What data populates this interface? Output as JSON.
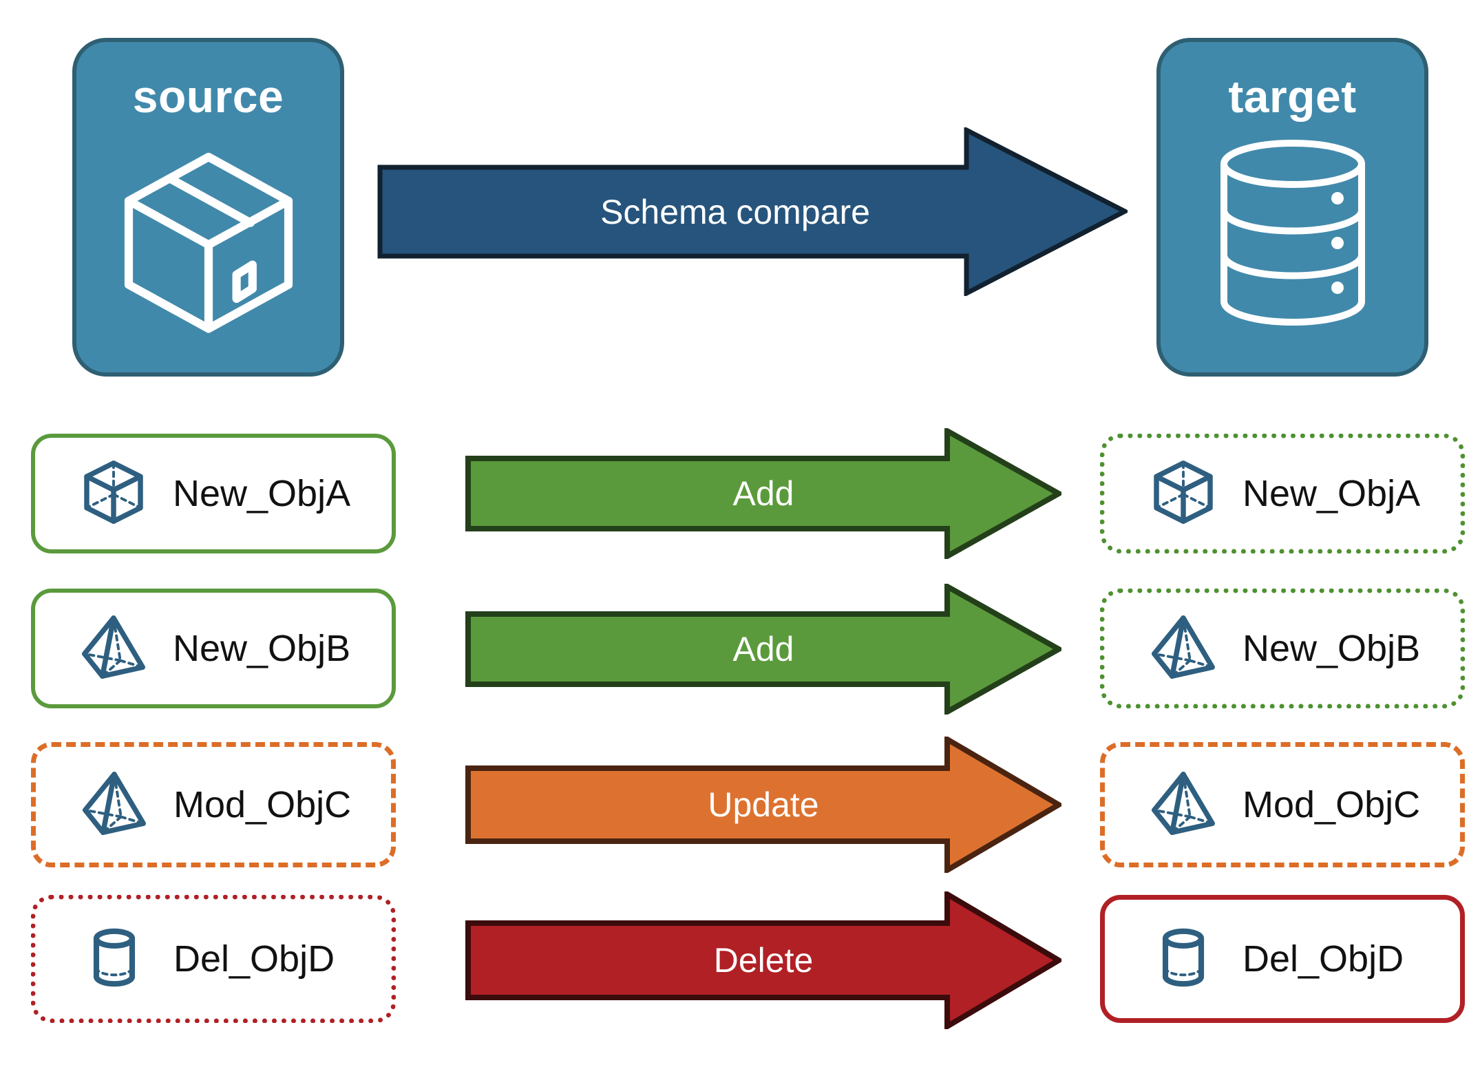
{
  "diagram": {
    "title": "Schema compare",
    "background": "#ffffff"
  },
  "endpoints": {
    "source": {
      "label": "source",
      "icon": "package-box-icon",
      "fill": "#4189AB",
      "stroke": "#2E5F72"
    },
    "target": {
      "label": "target",
      "icon": "database-cylinder-icon",
      "fill": "#4189AB",
      "stroke": "#2E5F72"
    }
  },
  "main_arrow": {
    "label": "Schema compare",
    "fill": "#27547C",
    "stroke": "#11212F",
    "text_color": "#ffffff"
  },
  "rows": [
    {
      "action": "Add",
      "arrow_fill": "#5B9A3C",
      "arrow_stroke": "#23401A",
      "source": {
        "label": "New_ObjA",
        "icon": "wireframe-cube-icon",
        "border_color": "#5B9A3C",
        "border_style": "solid"
      },
      "target": {
        "label": "New_ObjA",
        "icon": "wireframe-cube-icon",
        "border_color": "#4E9130",
        "border_style": "dotted"
      }
    },
    {
      "action": "Add",
      "arrow_fill": "#5B9A3C",
      "arrow_stroke": "#23401A",
      "source": {
        "label": "New_ObjB",
        "icon": "wireframe-pyramid-icon",
        "border_color": "#5B9A3C",
        "border_style": "solid"
      },
      "target": {
        "label": "New_ObjB",
        "icon": "wireframe-pyramid-icon",
        "border_color": "#4E9130",
        "border_style": "dotted"
      }
    },
    {
      "action": "Update",
      "arrow_fill": "#DD7230",
      "arrow_stroke": "#4A2410",
      "source": {
        "label": "Mod_ObjC",
        "icon": "wireframe-pyramid-icon",
        "border_color": "#DC6D27",
        "border_style": "dashed"
      },
      "target": {
        "label": "Mod_ObjC",
        "icon": "wireframe-pyramid-icon",
        "border_color": "#DC6D27",
        "border_style": "dashed"
      }
    },
    {
      "action": "Delete",
      "arrow_fill": "#B02025",
      "arrow_stroke": "#3C0B0C",
      "source": {
        "label": "Del_ObjD",
        "icon": "wireframe-cylinder-icon",
        "border_color": "#B02025",
        "border_style": "dotted"
      },
      "target": {
        "label": "Del_ObjD",
        "icon": "wireframe-cylinder-icon",
        "border_color": "#B02025",
        "border_style": "solid"
      }
    }
  ],
  "palette": {
    "teal": "#4189AB",
    "teal_dark": "#2E5F72",
    "navy": "#27547C",
    "green": "#5B9A3C",
    "orange": "#DD7230",
    "red": "#B02025",
    "icon_blue": "#2E5F80"
  }
}
